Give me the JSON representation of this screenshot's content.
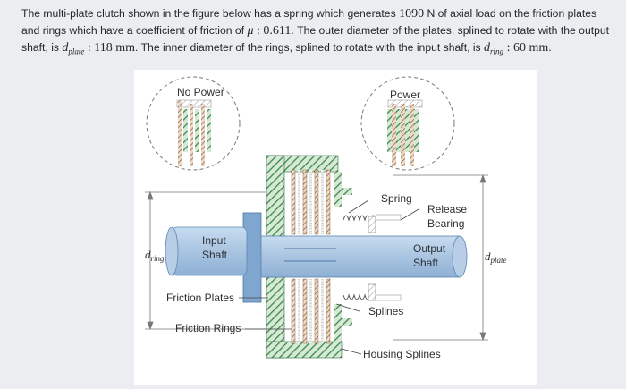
{
  "problem": {
    "part1": "The multi-plate clutch shown in the figure below has a spring which generates ",
    "force_value": "1090",
    "part2": " N of axial load on the friction plates and rings which have a coefficient of friction of ",
    "mu_symbol": "μ",
    "mu_value": " : 0.611",
    "part3": ". The outer diameter of the plates, splined to rotate with the output shaft, is ",
    "dplate_base": "d",
    "dplate_sub": "plate",
    "dplate_value": " : 118 mm",
    "part4": ". The inner diameter of the rings, splined to rotate with the input shaft, is ",
    "dring_base": "d",
    "dring_sub": "ring",
    "dring_value": " : 60 mm",
    "part5": "."
  },
  "figure": {
    "no_power": "No Power",
    "power": "Power",
    "spring": "Spring",
    "release_1": "Release",
    "release_2": "Bearing",
    "input_1": "Input",
    "input_2": "Shaft",
    "output_1": "Output",
    "output_2": "Shaft",
    "d_ring_base": "d",
    "d_ring_sub": "ring",
    "d_plate_base": "d",
    "d_plate_sub": "plate",
    "friction_plates": "Friction Plates",
    "friction_rings": "Friction Rings",
    "splines": "Splines",
    "housing_splines": "Housing Splines"
  },
  "colors": {
    "shaft": "#b8d1ea",
    "housing": "#3b8a4e",
    "friction_ring": "#c9875f",
    "plate": "#e6e3cf",
    "text": "#24262b"
  }
}
